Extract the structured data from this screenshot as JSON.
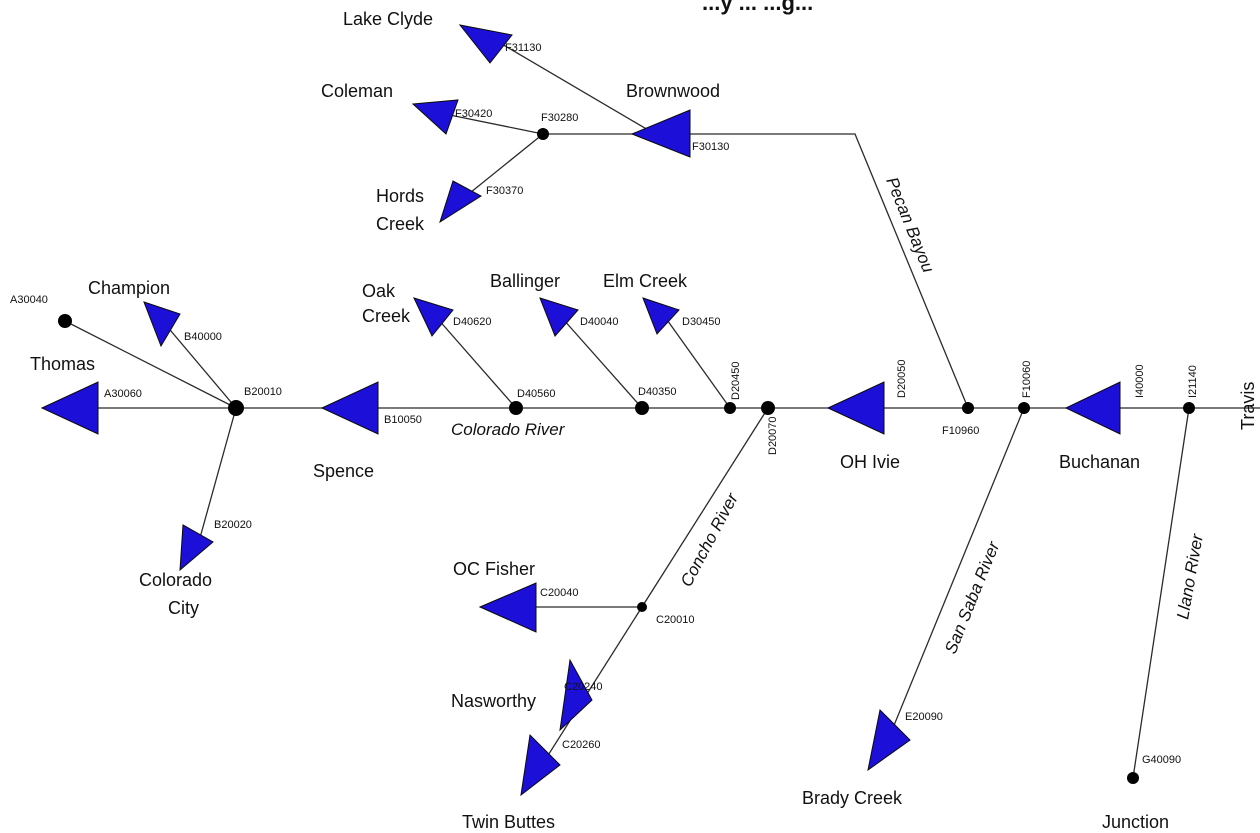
{
  "colors": {
    "reservoir": "#1c10d8",
    "line": "#2b2b2b",
    "node": "#000000"
  },
  "title": "...y ... ...g...",
  "reservoirs": {
    "lake_clyde": "Lake Clyde",
    "coleman": "Coleman",
    "brownwood": "Brownwood",
    "hords_creek_line1": "Hords",
    "hords_creek_line2": "Creek",
    "champion": "Champion",
    "oak_creek_line1": "Oak",
    "oak_creek_line2": "Creek",
    "ballinger": "Ballinger",
    "elm_creek": "Elm Creek",
    "thomas": "Thomas",
    "spence": "Spence",
    "colorado_city_line1": "Colorado",
    "colorado_city_line2": "City",
    "oh_ivie": "OH Ivie",
    "buchanan": "Buchanan",
    "oc_fisher": "OC Fisher",
    "nasworthy": "Nasworthy",
    "twin_buttes": "Twin Buttes",
    "brady_creek": "Brady Creek"
  },
  "places": {
    "travis": "Travis",
    "junction": "Junction"
  },
  "rivers": {
    "pecan_bayou": "Pecan Bayou",
    "colorado_river": "Colorado River",
    "concho_river": "Concho River",
    "san_saba_river": "San Saba River",
    "llano_river": "Llano River"
  },
  "codes": {
    "F31130": "F31130",
    "F30420": "F30420",
    "F30280": "F30280",
    "F30130": "F30130",
    "F30370": "F30370",
    "A30040": "A30040",
    "B40000": "B40000",
    "D40620": "D40620",
    "D40040": "D40040",
    "D30450": "D30450",
    "A30060": "A30060",
    "B20010": "B20010",
    "B10050": "B10050",
    "D40560": "D40560",
    "D40350": "D40350",
    "D20450": "D20450",
    "D20070": "D20070",
    "D20050": "D20050",
    "F10060": "F10060",
    "F10960": "F10960",
    "I40000": "I40000",
    "I21140": "I21140",
    "B20020": "B20020",
    "C20040": "C20040",
    "C20010": "C20010",
    "C20240": "C20240",
    "C20260": "C20260",
    "E20090": "E20090",
    "G40090": "G40090"
  }
}
